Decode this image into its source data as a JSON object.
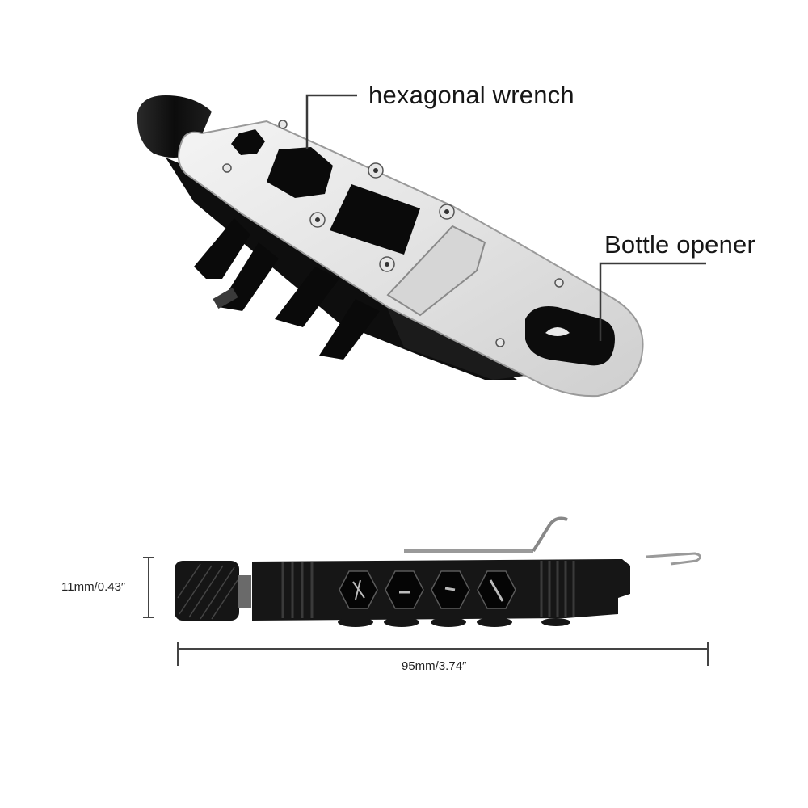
{
  "diagram": {
    "title": "Multi-tool product diagram",
    "top_view": {
      "callouts": [
        {
          "id": "hexagonal-wrench",
          "label": "hexagonal wrench"
        },
        {
          "id": "bottle-opener",
          "label": "Bottle opener"
        }
      ]
    },
    "side_view": {
      "dimensions": {
        "height": "11mm/0.43″",
        "length": "95mm/3.74″"
      },
      "bit_slots": [
        {
          "id": "bit-1",
          "type": "phillips"
        },
        {
          "id": "bit-2",
          "type": "flat"
        },
        {
          "id": "bit-3",
          "type": "torx"
        },
        {
          "id": "bit-4",
          "type": "flat"
        }
      ]
    },
    "colors": {
      "background": "#ffffff",
      "tool_body": "#111111",
      "steel_plate": "#e8e8e8",
      "label_text": "#161616",
      "callout_line": "#3a3a3a"
    }
  }
}
